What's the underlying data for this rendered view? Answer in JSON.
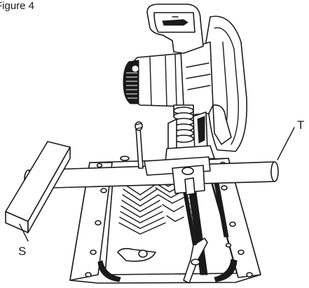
{
  "figure": {
    "title": "Figure 4"
  },
  "callouts": [
    {
      "letter": "T"
    },
    {
      "letter": "S"
    }
  ]
}
